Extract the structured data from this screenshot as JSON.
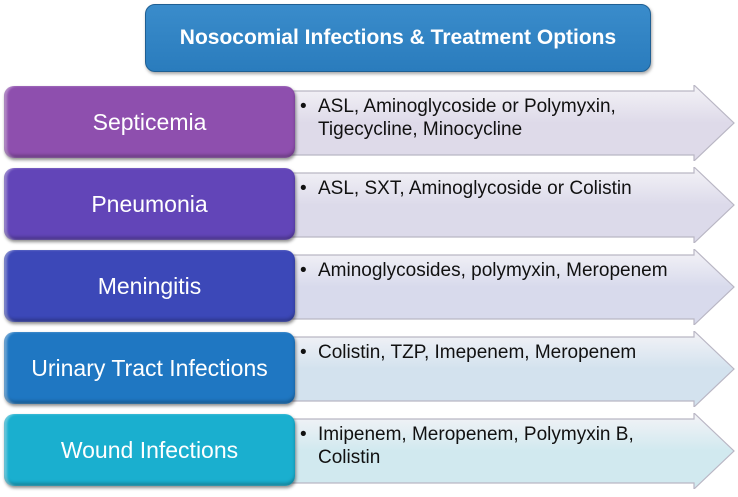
{
  "title": "Nosocomial Infections & Treatment Options",
  "colors": {
    "title_bg": "#2E80C0",
    "arrow_fill_purple": "#DDD8E8",
    "arrow_fill_blue": "#D5E3EE",
    "arrow_fill_cyan": "#D2E8EE"
  },
  "rows": [
    {
      "infection": "Septicemia",
      "color": "#8E4FAE",
      "arrow_fill": "#DEDAE9",
      "treatment": "ASL, Aminoglycoside or Polymyxin, Tigecycline, Minocycline"
    },
    {
      "infection": "Pneumonia",
      "color": "#6245B8",
      "arrow_fill": "#DCDAEA",
      "treatment": "ASL, SXT, Aminoglycoside or Colistin"
    },
    {
      "infection": "Meningitis",
      "color": "#3C48B8",
      "arrow_fill": "#D8DAEC",
      "treatment": "Aminoglycosides, polymyxin, Meropenem"
    },
    {
      "infection": "Urinary Tract Infections",
      "color": "#1F77C2",
      "arrow_fill": "#D3E2EE",
      "treatment": "Colistin, TZP, Imepenem, Meropenem"
    },
    {
      "infection": "Wound Infections",
      "color": "#1AAFCF",
      "arrow_fill": "#D1E9EF",
      "treatment": "Imipenem, Meropenem, Polymyxin B, Colistin"
    }
  ],
  "bullet_glyph": "•"
}
